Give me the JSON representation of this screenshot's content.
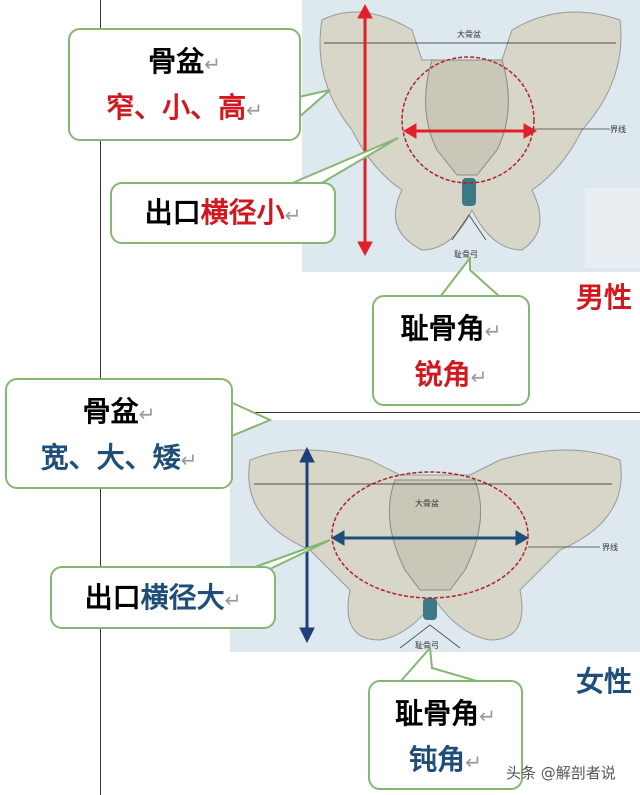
{
  "male": {
    "pelvis_title": "骨盆",
    "pelvis_desc": "窄、小、高",
    "outlet_prefix": "出口",
    "outlet_desc": "横径小",
    "pubic_angle_title": "耻骨角",
    "pubic_angle_desc": "锐角",
    "sex_label": "男性",
    "diagram_labels": {
      "greater_pelvis": "大骨盆",
      "linea_terminalis": "界线",
      "pubic_arch": "耻骨弓"
    },
    "accent_color": "#d2181f"
  },
  "female": {
    "pelvis_title": "骨盆",
    "pelvis_desc": "宽、大、矮",
    "outlet_prefix": "出口",
    "outlet_desc": "横径大",
    "pubic_angle_title": "耻骨角",
    "pubic_angle_desc": "钝角",
    "sex_label": "女性",
    "diagram_labels": {
      "greater_pelvis": "大骨盆",
      "linea_terminalis": "界线",
      "pubic_arch": "耻骨弓"
    },
    "accent_color": "#1f4e79"
  },
  "paragraph_mark": "↵",
  "watermark": "头条 @解剖者说"
}
